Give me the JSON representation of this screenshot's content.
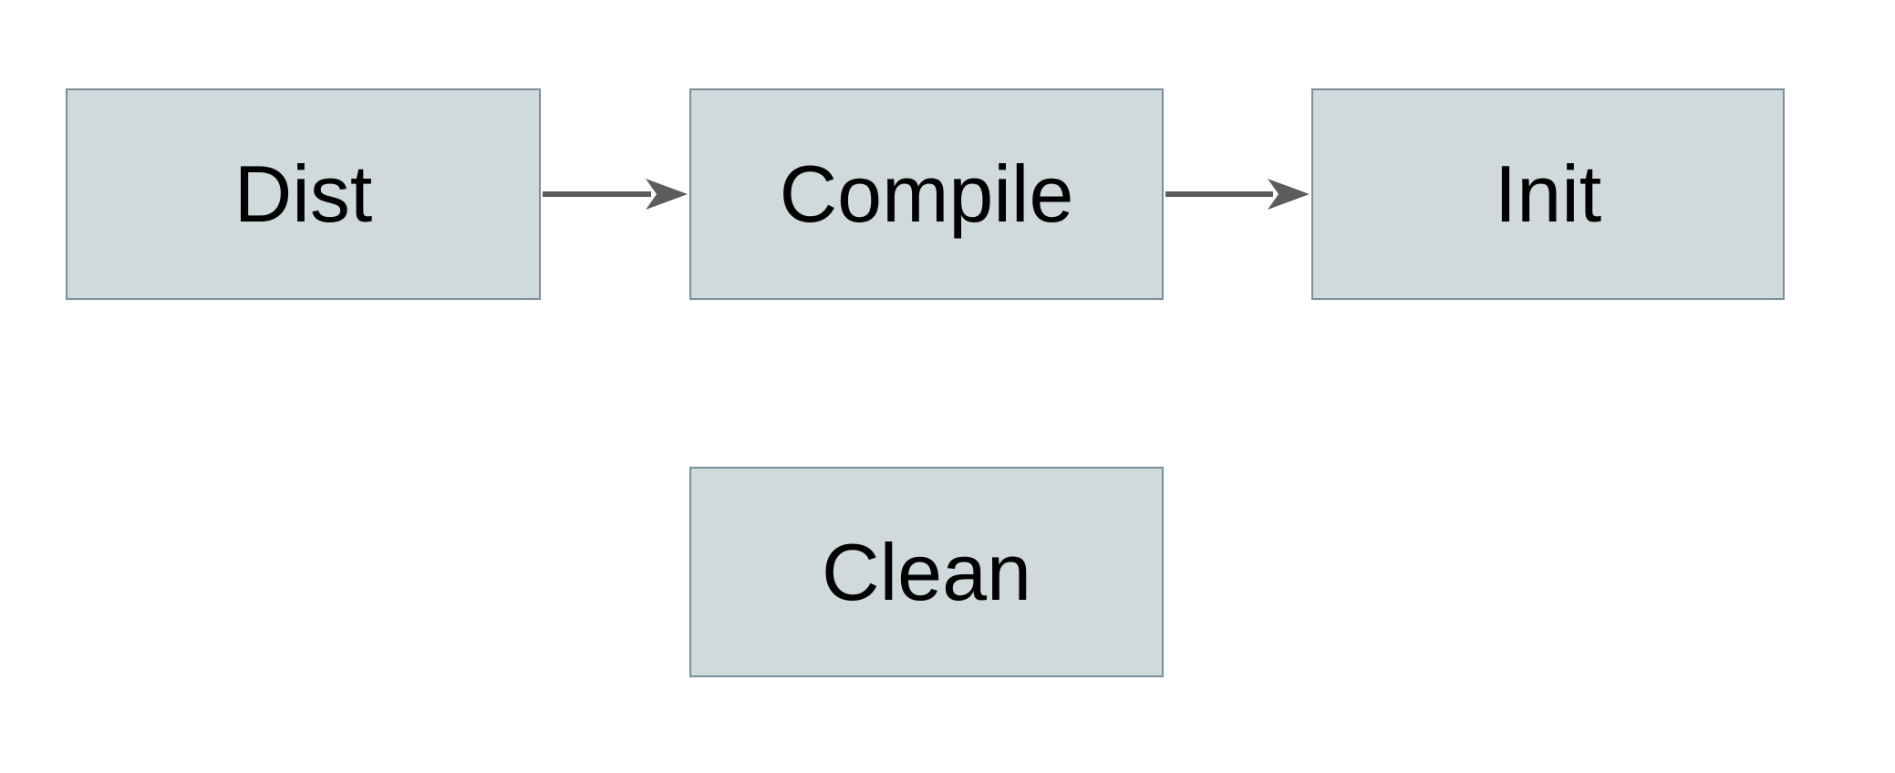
{
  "diagram": {
    "type": "flowchart",
    "nodes": [
      {
        "id": "dist",
        "label": "Dist"
      },
      {
        "id": "compile",
        "label": "Compile"
      },
      {
        "id": "init",
        "label": "Init"
      },
      {
        "id": "clean",
        "label": "Clean"
      }
    ],
    "edges": [
      {
        "from": "dist",
        "to": "compile",
        "style": "arrow"
      },
      {
        "from": "compile",
        "to": "init",
        "style": "arrow"
      }
    ],
    "colors": {
      "node_fill": "#d0d9dc",
      "node_border": "#7b8f9a",
      "arrow": "#5c5c5c",
      "text": "#000000",
      "background": "#ffffff"
    }
  }
}
